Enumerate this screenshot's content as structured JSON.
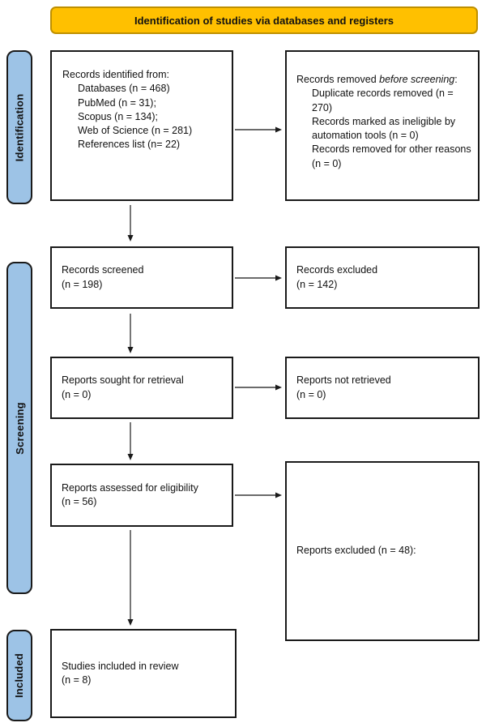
{
  "banner": {
    "label": "Identification of studies via databases and registers"
  },
  "stages": {
    "identification": "Identification",
    "screening": "Screening",
    "included": "Included"
  },
  "boxes": {
    "records_identified": {
      "title": "Records identified from:",
      "items": [
        "Databases (n = 468)",
        "PubMed (n = 31);",
        "Scopus (n = 134);",
        "Web of Science (n = 281)",
        "References list (n= 22)"
      ]
    },
    "records_removed": {
      "title_prefix": "Records removed ",
      "title_emphasis": "before screening",
      "title_suffix": ":",
      "items": [
        "Duplicate records removed (n = 270)",
        "Records marked as ineligible by automation tools (n = 0)",
        "Records removed for other reasons (n = 0)"
      ]
    },
    "records_screened": {
      "label": "Records screened",
      "count": "(n = 198)"
    },
    "records_excluded": {
      "label": "Records excluded",
      "count": "(n = 142)"
    },
    "reports_sought": {
      "label": "Reports sought for retrieval",
      "count": "(n = 0)"
    },
    "reports_not_retrieved": {
      "label": "Reports not retrieved",
      "count": "(n = 0)"
    },
    "reports_assessed": {
      "label": "Reports assessed for eligibility",
      "count": "(n = 56)"
    },
    "reports_excluded": {
      "label": "Reports excluded (n = 48):"
    },
    "studies_included": {
      "label": "Studies included in review",
      "count": "(n = 8)"
    }
  },
  "colors": {
    "banner_fill": "#FFC000",
    "banner_border": "#BF9000",
    "stage_fill": "#9DC3E6",
    "box_border": "#1A1A1A",
    "arrow": "#3A3A3A"
  }
}
